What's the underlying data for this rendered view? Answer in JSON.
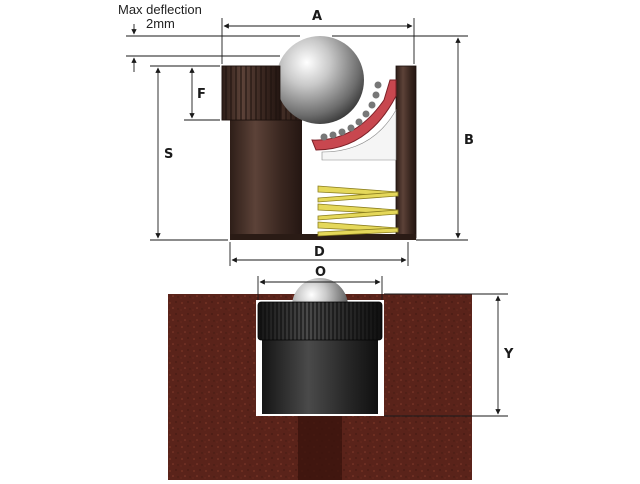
{
  "annotation": {
    "line1": "Max deflection",
    "line2": "2mm"
  },
  "dimensions": {
    "A": "A",
    "B": "B",
    "F": "F",
    "S": "S",
    "D": "D",
    "O": "O",
    "Y": "Y"
  },
  "colors": {
    "housing": "#3f2a22",
    "housing_light": "#6b4f44",
    "ball": "#b9b9b9",
    "spring": "#e5d85a",
    "race": "#c8474f",
    "ground": "#5a231a",
    "lower_housing": "#2a2a2a"
  }
}
